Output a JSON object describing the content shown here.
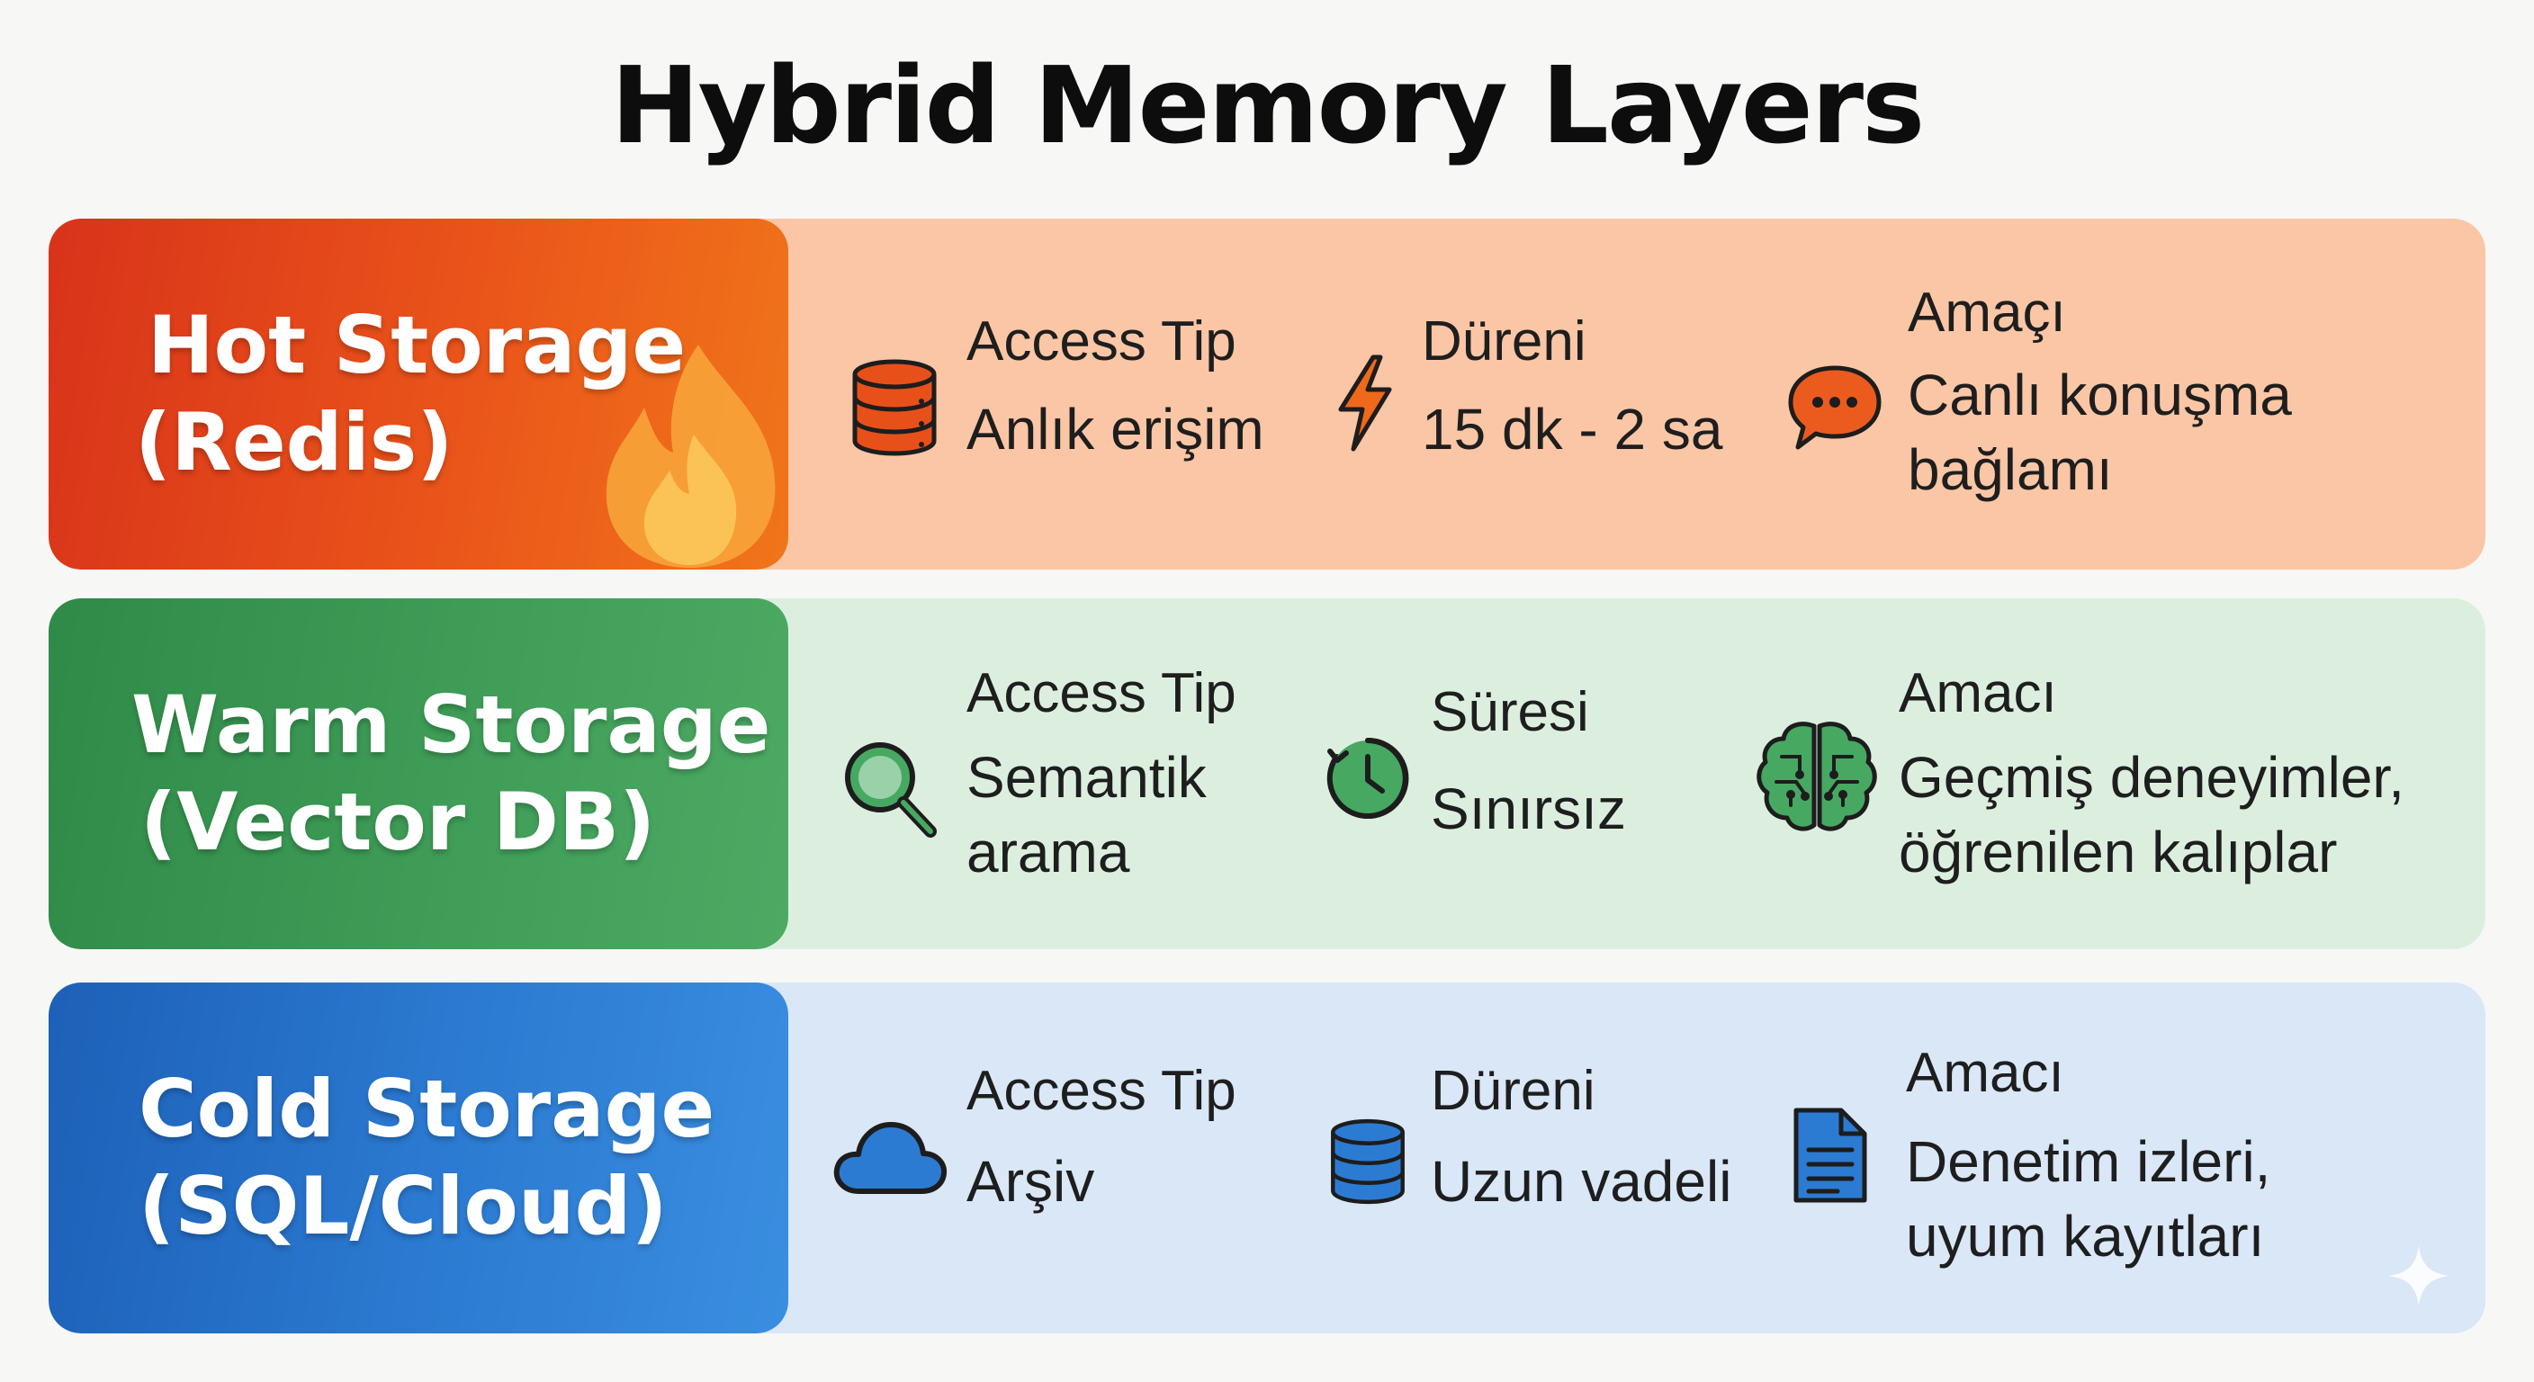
{
  "title": "Hybrid Memory Layers",
  "colors": {
    "hot": "#e8501a",
    "warm": "#3f9d58",
    "cold": "#2c7bd2"
  },
  "layers": [
    {
      "name_line1": "Hot Storage",
      "name_line2": "(Redis)",
      "decor_icon": "flame-icon",
      "access_label": "Access Tip",
      "access_value": "Anlık erişim",
      "access_icon": "database-icon",
      "duration_label": "Düreni",
      "duration_value": "15 dk - 2 sa",
      "duration_icon": "lightning-icon",
      "purpose_label": "Amaçı",
      "purpose_line1": "Canlı konuşma",
      "purpose_line2": "bağlamı",
      "purpose_icon": "chat-bubble-icon"
    },
    {
      "name_line1": "Warm Storage",
      "name_line2": "(Vector DB)",
      "access_label": "Access Tip",
      "access_value": "Semantik",
      "access_value_line2": "arama",
      "access_icon": "search-icon",
      "duration_label": "Süresi",
      "duration_value": "Sınırsız",
      "duration_icon": "clock-icon",
      "purpose_label": "Amacı",
      "purpose_line1": "Geçmiş deneyimler,",
      "purpose_line2": "öğrenilen kalıplar",
      "purpose_icon": "brain-icon"
    },
    {
      "name_line1": "Cold Storage",
      "name_line2": "(SQL/Cloud)",
      "access_label": "Access Tip",
      "access_value": "Arşiv",
      "access_icon": "cloud-icon",
      "duration_label": "Düreni",
      "duration_value": "Uzun vadeli",
      "duration_icon": "database-icon",
      "purpose_label": "Amacı",
      "purpose_line1": "Denetim izleri,",
      "purpose_line2": "uyum kayıtları",
      "purpose_icon": "document-icon"
    }
  ]
}
